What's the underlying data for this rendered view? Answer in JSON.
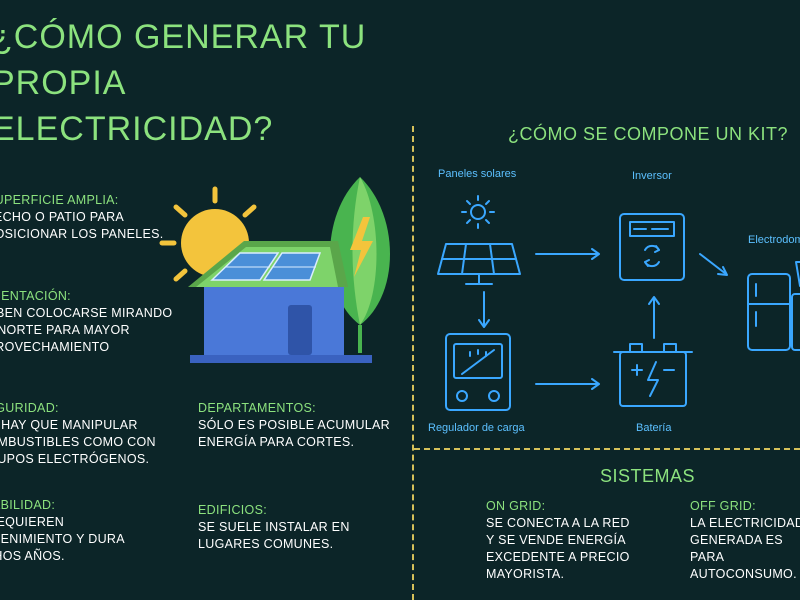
{
  "title": "¿CÓMO GENERAR TU\nPROPIA ELECTRICIDAD?",
  "left_items": [
    {
      "heading": "SUPERFICIE AMPLIA:",
      "body": "TECHO O PATIO PARA\nPOSICIONAR LOS PANELES."
    },
    {
      "heading": "ORIENTACIÓN:",
      "body": "DEBEN COLOCARSE MIRANDO\nAL NORTE PARA MAYOR\nAPROVECHAMIENTO"
    },
    {
      "heading": "SEGURIDAD:",
      "body": "NO HAY QUE MANIPULAR\nCOMBUSTIBLES COMO CON\nGRUPOS ELECTRÓGENOS."
    },
    {
      "heading": "DURABILIDAD:",
      "body": "NO REQUIEREN\nMANTENIMIENTO Y DURA\nMUCHOS AÑOS."
    }
  ],
  "mid_items": [
    {
      "heading": "DEPARTAMENTOS:",
      "body": "SÓLO ES POSIBLE ACUMULAR\nENERGÍA PARA CORTES."
    },
    {
      "heading": "EDIFICIOS:",
      "body": "SE SUELE INSTALAR EN\nLUGARES COMUNES."
    }
  ],
  "kit": {
    "title": "¿CÓMO SE COMPONE UN KIT?",
    "labels": {
      "paneles": "Paneles solares",
      "inversor": "Inversor",
      "electrodomesticos": "Electrodomésticos",
      "regulador": "Regulador de carga",
      "bateria": "Batería"
    }
  },
  "sistemas": {
    "title": "SISTEMAS",
    "on_grid": {
      "heading": "ON GRID:",
      "body": "SE CONECTA A LA RED\nY SE VENDE ENERGÍA\nEXCEDENTE A PRECIO\nMAYORISTA."
    },
    "off_grid": {
      "heading": "OFF GRID:",
      "body": "LA ELECTRICIDAD\nGENERADA ES PARA\nAUTOCONSUMO."
    }
  },
  "colors": {
    "background": "#0c2528",
    "accent_green": "#8ce27e",
    "diagram_blue": "#3aa7ff",
    "divider": "#d6c15a"
  }
}
